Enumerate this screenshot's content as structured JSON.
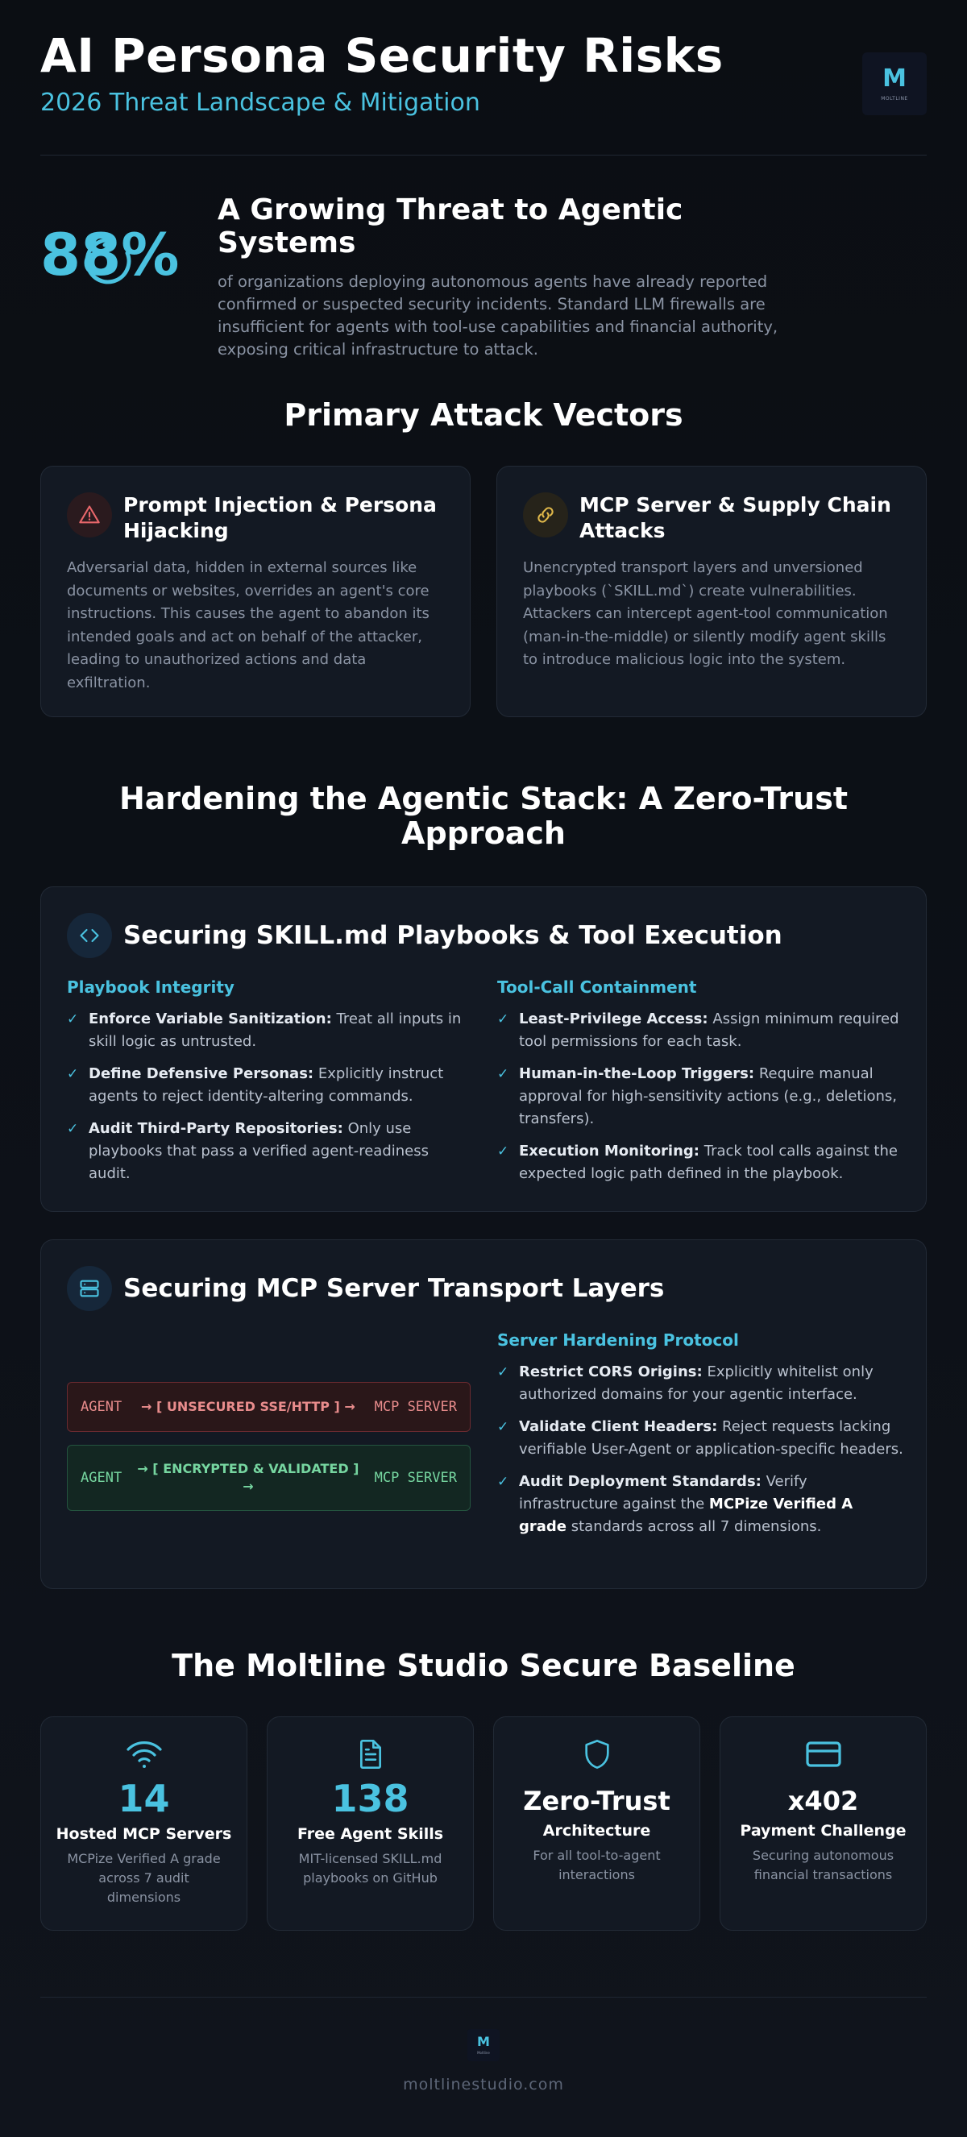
{
  "header": {
    "title": "AI Persona Security Risks",
    "subtitle": "2026 Threat Landscape & Mitigation",
    "logo_letter": "M",
    "logo_word": "MOLTLINE"
  },
  "intro": {
    "stat": "88%",
    "title": "A Growing Threat to Agentic Systems",
    "body": "of organizations deploying autonomous agents have already reported confirmed or suspected security incidents. Standard LLM firewalls are insufficient for agents with tool-use capabilities and financial authority, exposing critical infrastructure to attack."
  },
  "vectors": {
    "section_title": "Primary Attack Vectors",
    "cards": [
      {
        "icon": "warning-triangle-icon",
        "title": "Prompt Injection & Persona Hijacking",
        "body": "Adversarial data, hidden in external sources like documents or websites, overrides an agent's core instructions. This causes the agent to abandon its intended goals and act on behalf of the attacker, leading to unauthorized actions and data exfiltration."
      },
      {
        "icon": "chain-link-icon",
        "title": "MCP Server & Supply Chain Attacks",
        "body": "Unencrypted transport layers and unversioned playbooks (`SKILL.md`) create vulnerabilities. Attackers can intercept agent-tool communication (man-in-the-middle) or silently modify agent skills to introduce malicious logic into the system."
      }
    ]
  },
  "hardening": {
    "section_title": "Hardening the Agentic Stack: A Zero-Trust Approach",
    "playbooks": {
      "icon": "code-brackets-icon",
      "title": "Securing SKILL.md Playbooks & Tool Execution",
      "left_title": "Playbook Integrity",
      "left_items": [
        {
          "bold": "Enforce Variable Sanitization:",
          "text": " Treat all inputs in skill logic as untrusted."
        },
        {
          "bold": "Define Defensive Personas:",
          "text": " Explicitly instruct agents to reject identity-altering commands."
        },
        {
          "bold": "Audit Third-Party Repositories:",
          "text": " Only use playbooks that pass a verified agent-readiness audit."
        }
      ],
      "right_title": "Tool-Call Containment",
      "right_items": [
        {
          "bold": "Least-Privilege Access:",
          "text": " Assign minimum required tool permissions for each task."
        },
        {
          "bold": "Human-in-the-Loop Triggers:",
          "text": " Require manual approval for high-sensitivity actions (e.g., deletions, transfers)."
        },
        {
          "bold": "Execution Monitoring:",
          "text": " Track tool calls against the expected logic path defined in the playbook."
        }
      ]
    },
    "transport": {
      "icon": "server-icon",
      "title": "Securing MCP Server Transport Layers",
      "flow_bad": {
        "left": "AGENT",
        "mid": "→ [ UNSECURED SSE/HTTP ] →",
        "right": "MCP SERVER"
      },
      "flow_good": {
        "left": "AGENT",
        "mid_line1": "→ [ ENCRYPTED & VALIDATED ]",
        "mid_line2": "→",
        "right": "MCP SERVER"
      },
      "right_title": "Server Hardening Protocol",
      "items": [
        {
          "bold": "Restrict CORS Origins:",
          "text": " Explicitly whitelist only authorized domains for your agentic interface."
        },
        {
          "bold": "Validate Client Headers:",
          "text": " Reject requests lacking verifiable User-Agent or application-specific headers."
        },
        {
          "bold": "Audit Deployment Standards:",
          "text_pre": " Verify infrastructure against the ",
          "bold2": "MCPize Verified A grade",
          "text_post": " standards across all 7 dimensions."
        }
      ]
    }
  },
  "baseline": {
    "section_title": "The Moltline Studio Secure Baseline",
    "cards": [
      {
        "icon": "wifi-icon",
        "value": "14",
        "label": "Hosted MCP Servers",
        "sub": "MCPize Verified A grade across 7 audit dimensions"
      },
      {
        "icon": "document-icon",
        "value": "138",
        "label": "Free Agent Skills",
        "sub": "MIT-licensed SKILL.md playbooks on GitHub"
      },
      {
        "icon": "shield-icon",
        "value": "Zero-Trust",
        "label": "Architecture",
        "sub": "For all tool-to-agent interactions"
      },
      {
        "icon": "credit-card-icon",
        "value": "x402",
        "label": "Payment Challenge",
        "sub": "Securing autonomous financial transactions"
      }
    ]
  },
  "footer": {
    "logo_letter": "M",
    "logo_word": "Moltline",
    "url": "moltlinestudio.com"
  },
  "colors": {
    "accent": "#4ac2e0",
    "danger": "#e8676b",
    "link_gold": "#e0b84a",
    "good": "#76d6a0"
  }
}
